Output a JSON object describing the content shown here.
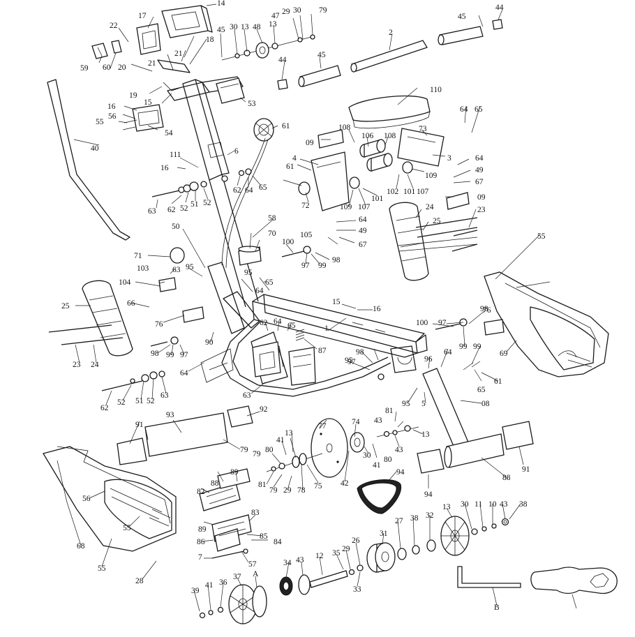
{
  "callouts": [
    {
      "id": "c1",
      "text": "14"
    },
    {
      "id": "c2",
      "text": "17"
    },
    {
      "id": "c3",
      "text": "22"
    },
    {
      "id": "c4",
      "text": "59"
    },
    {
      "id": "c5",
      "text": "60"
    },
    {
      "id": "c6",
      "text": "20"
    },
    {
      "id": "c7",
      "text": "21"
    },
    {
      "id": "c8",
      "text": "21"
    },
    {
      "id": "c9",
      "text": "18"
    },
    {
      "id": "c10",
      "text": "19"
    },
    {
      "id": "c11",
      "text": "15"
    },
    {
      "id": "c12",
      "text": "45"
    },
    {
      "id": "c13",
      "text": "30"
    },
    {
      "id": "c14",
      "text": "13"
    },
    {
      "id": "c15",
      "text": "48"
    },
    {
      "id": "c16",
      "text": "13"
    },
    {
      "id": "c17",
      "text": "47"
    },
    {
      "id": "c18",
      "text": "29"
    },
    {
      "id": "c19",
      "text": "30"
    },
    {
      "id": "c20",
      "text": "79"
    },
    {
      "id": "c21",
      "text": "2"
    },
    {
      "id": "c22",
      "text": "45"
    },
    {
      "id": "c23",
      "text": "44"
    },
    {
      "id": "c24",
      "text": "45"
    },
    {
      "id": "c25",
      "text": "44"
    },
    {
      "id": "c26",
      "text": "53"
    },
    {
      "id": "c27",
      "text": "16"
    },
    {
      "id": "c28",
      "text": "56"
    },
    {
      "id": "c29",
      "text": "55"
    },
    {
      "id": "c30",
      "text": "54"
    },
    {
      "id": "c31",
      "text": "40"
    },
    {
      "id": "c32",
      "text": "61"
    },
    {
      "id": "c33",
      "text": "6"
    },
    {
      "id": "c34",
      "text": "111"
    },
    {
      "id": "c35",
      "text": "16"
    },
    {
      "id": "c36",
      "text": "62"
    },
    {
      "id": "c37",
      "text": "64"
    },
    {
      "id": "c38",
      "text": "65"
    },
    {
      "id": "c39",
      "text": "63"
    },
    {
      "id": "c40",
      "text": "62"
    },
    {
      "id": "c41",
      "text": "52"
    },
    {
      "id": "c42",
      "text": "51"
    },
    {
      "id": "c43",
      "text": "52"
    },
    {
      "id": "c44",
      "text": "110"
    },
    {
      "id": "c45",
      "text": "64"
    },
    {
      "id": "c46",
      "text": "65"
    },
    {
      "id": "c47",
      "text": "09"
    },
    {
      "id": "c48",
      "text": "108"
    },
    {
      "id": "c49",
      "text": "106"
    },
    {
      "id": "c50",
      "text": "108"
    },
    {
      "id": "c51",
      "text": "73"
    },
    {
      "id": "c52",
      "text": "4"
    },
    {
      "id": "c53",
      "text": "3"
    },
    {
      "id": "c54",
      "text": "64"
    },
    {
      "id": "c55",
      "text": "61"
    },
    {
      "id": "c56",
      "text": "109"
    },
    {
      "id": "c57",
      "text": "49"
    },
    {
      "id": "c58",
      "text": "67"
    },
    {
      "id": "c59",
      "text": "72"
    },
    {
      "id": "c60",
      "text": "102"
    },
    {
      "id": "c61",
      "text": "101"
    },
    {
      "id": "c62",
      "text": "107"
    },
    {
      "id": "c63",
      "text": "101"
    },
    {
      "id": "c64",
      "text": "109"
    },
    {
      "id": "c65",
      "text": "107"
    },
    {
      "id": "c66",
      "text": "09"
    },
    {
      "id": "c67",
      "text": "64"
    },
    {
      "id": "c68",
      "text": "49"
    },
    {
      "id": "c69",
      "text": "67"
    },
    {
      "id": "c70",
      "text": "105"
    },
    {
      "id": "c71",
      "text": "24"
    },
    {
      "id": "c72",
      "text": "23"
    },
    {
      "id": "c73",
      "text": "25"
    },
    {
      "id": "c74",
      "text": "58"
    },
    {
      "id": "c75",
      "text": "50"
    },
    {
      "id": "c76",
      "text": "70"
    },
    {
      "id": "c77",
      "text": "100"
    },
    {
      "id": "c78",
      "text": "97"
    },
    {
      "id": "c79",
      "text": "99"
    },
    {
      "id": "c80",
      "text": "98"
    },
    {
      "id": "c81",
      "text": "71"
    },
    {
      "id": "c82",
      "text": "63"
    },
    {
      "id": "c83",
      "text": "95"
    },
    {
      "id": "c84",
      "text": "103"
    },
    {
      "id": "c85",
      "text": "104"
    },
    {
      "id": "c86",
      "text": "95"
    },
    {
      "id": "c87",
      "text": "64"
    },
    {
      "id": "c88",
      "text": "65"
    },
    {
      "id": "c89",
      "text": "55"
    },
    {
      "id": "c90",
      "text": "25"
    },
    {
      "id": "c91",
      "text": "66"
    },
    {
      "id": "c92",
      "text": "15"
    },
    {
      "id": "c93",
      "text": "16"
    },
    {
      "id": "c94",
      "text": "76"
    },
    {
      "id": "c95",
      "text": "62"
    },
    {
      "id": "c96",
      "text": "64"
    },
    {
      "id": "c97",
      "text": "65"
    },
    {
      "id": "c98",
      "text": "1"
    },
    {
      "id": "c99",
      "text": "87"
    },
    {
      "id": "c100",
      "text": "98"
    },
    {
      "id": "c101",
      "text": "76"
    },
    {
      "id": "c102",
      "text": "100"
    },
    {
      "id": "c103",
      "text": "97"
    },
    {
      "id": "c104",
      "text": "99"
    },
    {
      "id": "c105",
      "text": "69"
    },
    {
      "id": "c106",
      "text": "23"
    },
    {
      "id": "c107",
      "text": "24"
    },
    {
      "id": "c108",
      "text": "98"
    },
    {
      "id": "c109",
      "text": "99"
    },
    {
      "id": "c110",
      "text": "97"
    },
    {
      "id": "c111",
      "text": "90"
    },
    {
      "id": "c112",
      "text": "64"
    },
    {
      "id": "c113",
      "text": "96"
    },
    {
      "id": "c114",
      "text": "64"
    },
    {
      "id": "c115",
      "text": "99"
    },
    {
      "id": "c116",
      "text": "97"
    },
    {
      "id": "c117",
      "text": "98"
    },
    {
      "id": "c118",
      "text": "95"
    },
    {
      "id": "c119",
      "text": "65"
    },
    {
      "id": "c120",
      "text": "61"
    },
    {
      "id": "c121",
      "text": "63"
    },
    {
      "id": "c122",
      "text": "62"
    },
    {
      "id": "c123",
      "text": "52"
    },
    {
      "id": "c124",
      "text": "51"
    },
    {
      "id": "c125",
      "text": "52"
    },
    {
      "id": "c126",
      "text": "63"
    },
    {
      "id": "c127",
      "text": "95"
    },
    {
      "id": "c128",
      "text": "5"
    },
    {
      "id": "c129",
      "text": "08"
    },
    {
      "id": "c130",
      "text": "93"
    },
    {
      "id": "c131",
      "text": "92"
    },
    {
      "id": "c132",
      "text": "91"
    },
    {
      "id": "c133",
      "text": "79"
    },
    {
      "id": "c134",
      "text": "81"
    },
    {
      "id": "c135",
      "text": "43"
    },
    {
      "id": "c136",
      "text": "13"
    },
    {
      "id": "c137",
      "text": "74"
    },
    {
      "id": "c138",
      "text": "77"
    },
    {
      "id": "c139",
      "text": "13"
    },
    {
      "id": "c140",
      "text": "41"
    },
    {
      "id": "c141",
      "text": "80"
    },
    {
      "id": "c142",
      "text": "79"
    },
    {
      "id": "c143",
      "text": "30"
    },
    {
      "id": "c144",
      "text": "41"
    },
    {
      "id": "c145",
      "text": "80"
    },
    {
      "id": "c146",
      "text": "43"
    },
    {
      "id": "c147",
      "text": "81"
    },
    {
      "id": "c148",
      "text": "79"
    },
    {
      "id": "c149",
      "text": "29"
    },
    {
      "id": "c150",
      "text": "78"
    },
    {
      "id": "c151",
      "text": "75"
    },
    {
      "id": "c152",
      "text": "42"
    },
    {
      "id": "c153",
      "text": "94"
    },
    {
      "id": "c154",
      "text": "94"
    },
    {
      "id": "c155",
      "text": "91"
    },
    {
      "id": "c156",
      "text": "88"
    },
    {
      "id": "c157",
      "text": "82"
    },
    {
      "id": "c158",
      "text": "88"
    },
    {
      "id": "c159",
      "text": "89"
    },
    {
      "id": "c160",
      "text": "89"
    },
    {
      "id": "c161",
      "text": "83"
    },
    {
      "id": "c162",
      "text": "86"
    },
    {
      "id": "c163",
      "text": "85"
    },
    {
      "id": "c164",
      "text": "84"
    },
    {
      "id": "c165",
      "text": "7"
    },
    {
      "id": "c166",
      "text": "57"
    },
    {
      "id": "c167",
      "text": "56"
    },
    {
      "id": "c168",
      "text": "55"
    },
    {
      "id": "c169",
      "text": "68"
    },
    {
      "id": "c170",
      "text": "55"
    },
    {
      "id": "c171",
      "text": "28"
    },
    {
      "id": "c172",
      "text": "13"
    },
    {
      "id": "c173",
      "text": "30"
    },
    {
      "id": "c174",
      "text": "11"
    },
    {
      "id": "c175",
      "text": "10"
    },
    {
      "id": "c176",
      "text": "43"
    },
    {
      "id": "c177",
      "text": "38"
    },
    {
      "id": "c178",
      "text": "27"
    },
    {
      "id": "c179",
      "text": "38"
    },
    {
      "id": "c180",
      "text": "32"
    },
    {
      "id": "c181",
      "text": "31"
    },
    {
      "id": "c182",
      "text": "26"
    },
    {
      "id": "c183",
      "text": "29"
    },
    {
      "id": "c184",
      "text": "35"
    },
    {
      "id": "c185",
      "text": "12"
    },
    {
      "id": "c186",
      "text": "33"
    },
    {
      "id": "c187",
      "text": "34"
    },
    {
      "id": "c188",
      "text": "43"
    },
    {
      "id": "c189",
      "text": "39"
    },
    {
      "id": "c190",
      "text": "41"
    },
    {
      "id": "c191",
      "text": "36"
    },
    {
      "id": "c192",
      "text": "37"
    },
    {
      "id": "c193",
      "text": "A"
    },
    {
      "id": "c194",
      "text": "B"
    }
  ]
}
